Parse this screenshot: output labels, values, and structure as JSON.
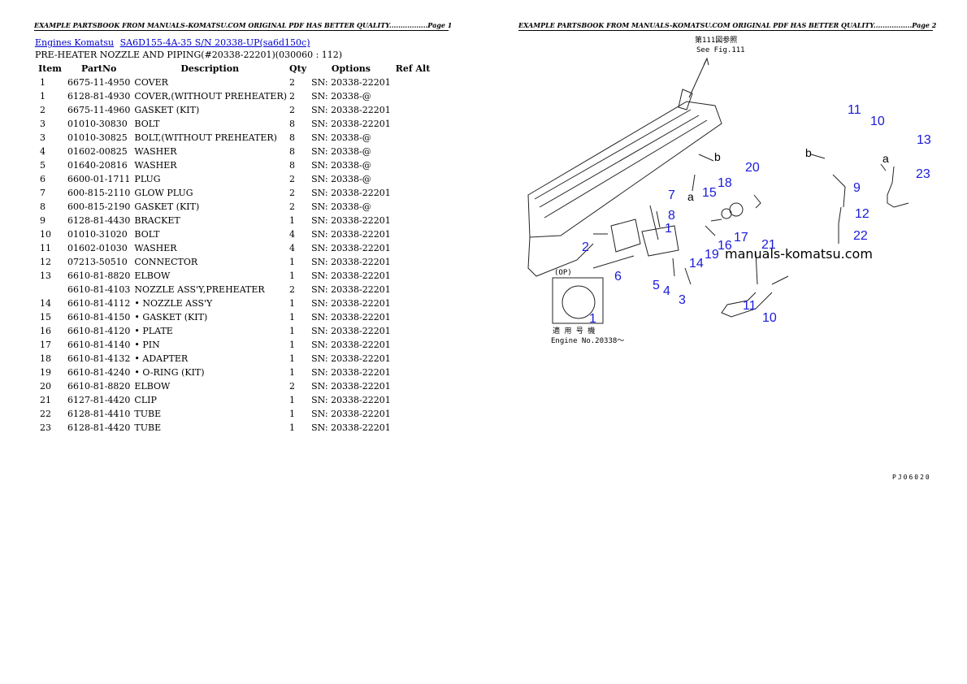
{
  "header": {
    "page1": "EXAMPLE PARTSBOOK FROM MANUALS-KOMATSU.COM ORIGINAL PDF HAS BETTER QUALITY.................Page 1",
    "page2": "EXAMPLE PARTSBOOK FROM MANUALS-KOMATSU.COM ORIGINAL PDF HAS BETTER QUALITY.................Page 2"
  },
  "breadcrumb": {
    "link1": "Engines Komatsu",
    "link2": "SA6D155-4A-35 S/N 20338-UP(sa6d150c)"
  },
  "title": "PRE-HEATER NOZZLE AND PIPING(#20338-22201)(030060 : 112)",
  "table": {
    "headers": [
      "Item",
      "PartNo",
      "Description",
      "Qty",
      "Options",
      "Ref Alt"
    ],
    "rows": [
      [
        "1",
        "6675-11-4950",
        "COVER",
        "2",
        "SN: 20338-22201"
      ],
      [
        "1",
        "6128-81-4930",
        "COVER,(WITHOUT PREHEATER)",
        "2",
        "SN: 20338-@"
      ],
      [
        "2",
        "6675-11-4960",
        "GASKET (KIT)",
        "2",
        "SN: 20338-22201"
      ],
      [
        "3",
        "01010-30830",
        "BOLT",
        "8",
        "SN: 20338-22201"
      ],
      [
        "3",
        "01010-30825",
        "BOLT,(WITHOUT PREHEATER)",
        "8",
        "SN: 20338-@"
      ],
      [
        "4",
        "01602-00825",
        "WASHER",
        "8",
        "SN: 20338-@"
      ],
      [
        "5",
        "01640-20816",
        "WASHER",
        "8",
        "SN: 20338-@"
      ],
      [
        "6",
        "6600-01-1711",
        "PLUG",
        "2",
        "SN: 20338-@"
      ],
      [
        "7",
        "600-815-2110",
        "GLOW PLUG",
        "2",
        "SN: 20338-22201"
      ],
      [
        "8",
        "600-815-2190",
        "GASKET (KIT)",
        "2",
        "SN: 20338-@"
      ],
      [
        "9",
        "6128-81-4430",
        "BRACKET",
        "1",
        "SN: 20338-22201"
      ],
      [
        "10",
        "01010-31020",
        "BOLT",
        "4",
        "SN: 20338-22201"
      ],
      [
        "11",
        "01602-01030",
        "WASHER",
        "4",
        "SN: 20338-22201"
      ],
      [
        "12",
        "07213-50510",
        "CONNECTOR",
        "1",
        "SN: 20338-22201"
      ],
      [
        "13",
        "6610-81-8820",
        "ELBOW",
        "1",
        "SN: 20338-22201"
      ],
      [
        "",
        "6610-81-4103",
        "NOZZLE ASS'Y,PREHEATER",
        "2",
        "SN: 20338-22201"
      ],
      [
        "14",
        "6610-81-4112",
        "• NOZZLE ASS'Y",
        "1",
        "SN: 20338-22201"
      ],
      [
        "15",
        "6610-81-4150",
        "• GASKET (KIT)",
        "1",
        "SN: 20338-22201"
      ],
      [
        "16",
        "6610-81-4120",
        "• PLATE",
        "1",
        "SN: 20338-22201"
      ],
      [
        "17",
        "6610-81-4140",
        "• PIN",
        "1",
        "SN: 20338-22201"
      ],
      [
        "18",
        "6610-81-4132",
        "• ADAPTER",
        "1",
        "SN: 20338-22201"
      ],
      [
        "19",
        "6610-81-4240",
        "• O-RING (KIT)",
        "1",
        "SN: 20338-22201"
      ],
      [
        "20",
        "6610-81-8820",
        "ELBOW",
        "2",
        "SN: 20338-22201"
      ],
      [
        "21",
        "6127-81-4420",
        "CLIP",
        "1",
        "SN: 20338-22201"
      ],
      [
        "22",
        "6128-81-4410",
        "TUBE",
        "1",
        "SN: 20338-22201"
      ],
      [
        "23",
        "6128-81-4420",
        "TUBE",
        "1",
        "SN: 20338-22201"
      ]
    ]
  },
  "diagram": {
    "see_fig_jp": "第111図参照",
    "see_fig": "See Fig.111",
    "op_label": "(OP)",
    "applicable_jp": "適 用 号 機",
    "engine_no": "Engine No.20338〜",
    "watermark": "manuals-komatsu.com",
    "page_code": "PJ06020",
    "callouts": [
      "1",
      "1",
      "2",
      "3",
      "4",
      "5",
      "6",
      "7",
      "8",
      "9",
      "10",
      "10",
      "11",
      "11",
      "12",
      "13",
      "14",
      "15",
      "16",
      "17",
      "18",
      "19",
      "20",
      "21",
      "22",
      "23"
    ],
    "letters": [
      "a",
      "a",
      "b",
      "b"
    ],
    "callout_color": "#1a1adc"
  }
}
